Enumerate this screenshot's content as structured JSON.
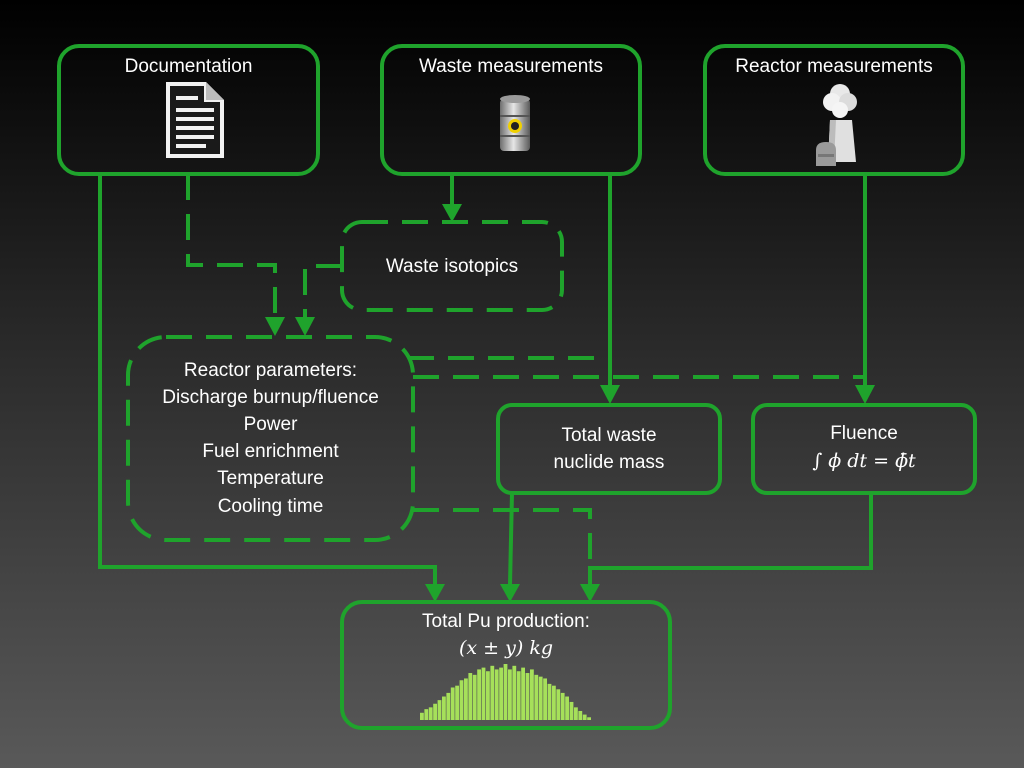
{
  "nodes": {
    "documentation": {
      "title": "Documentation",
      "icon": "document-icon"
    },
    "waste_measurements": {
      "title": "Waste measurements",
      "icon": "waste-barrel-icon"
    },
    "reactor_measurements": {
      "title": "Reactor measurements",
      "icon": "reactor-cooling-tower-icon"
    },
    "waste_isotopics": {
      "title": "Waste isotopics"
    },
    "reactor_parameters": {
      "title": "Reactor parameters:",
      "items": [
        "Discharge burnup/fluence",
        "Power",
        "Fuel enrichment",
        "Temperature",
        "Cooling time"
      ]
    },
    "total_waste": {
      "line1": "Total waste",
      "line2": "nuclide mass"
    },
    "fluence": {
      "title": "Fluence",
      "formula": "∫ ϕ dt = ϕ̄t"
    },
    "total_pu": {
      "title": "Total Pu production:",
      "formula": "(x  ± y) kg",
      "icon": "histogram-icon"
    }
  },
  "histogram": {
    "values": [
      8,
      12,
      14,
      18,
      22,
      26,
      30,
      36,
      38,
      44,
      46,
      52,
      50,
      56,
      58,
      54,
      60,
      56,
      58,
      62,
      56,
      60,
      54,
      58,
      52,
      56,
      50,
      48,
      46,
      40,
      38,
      34,
      30,
      26,
      20,
      14,
      10,
      6,
      3
    ]
  },
  "colors": {
    "accent": "#1fa32c",
    "histogram_fill": "#a6e05a",
    "background_top": "#000000",
    "background_bottom": "#595959"
  }
}
